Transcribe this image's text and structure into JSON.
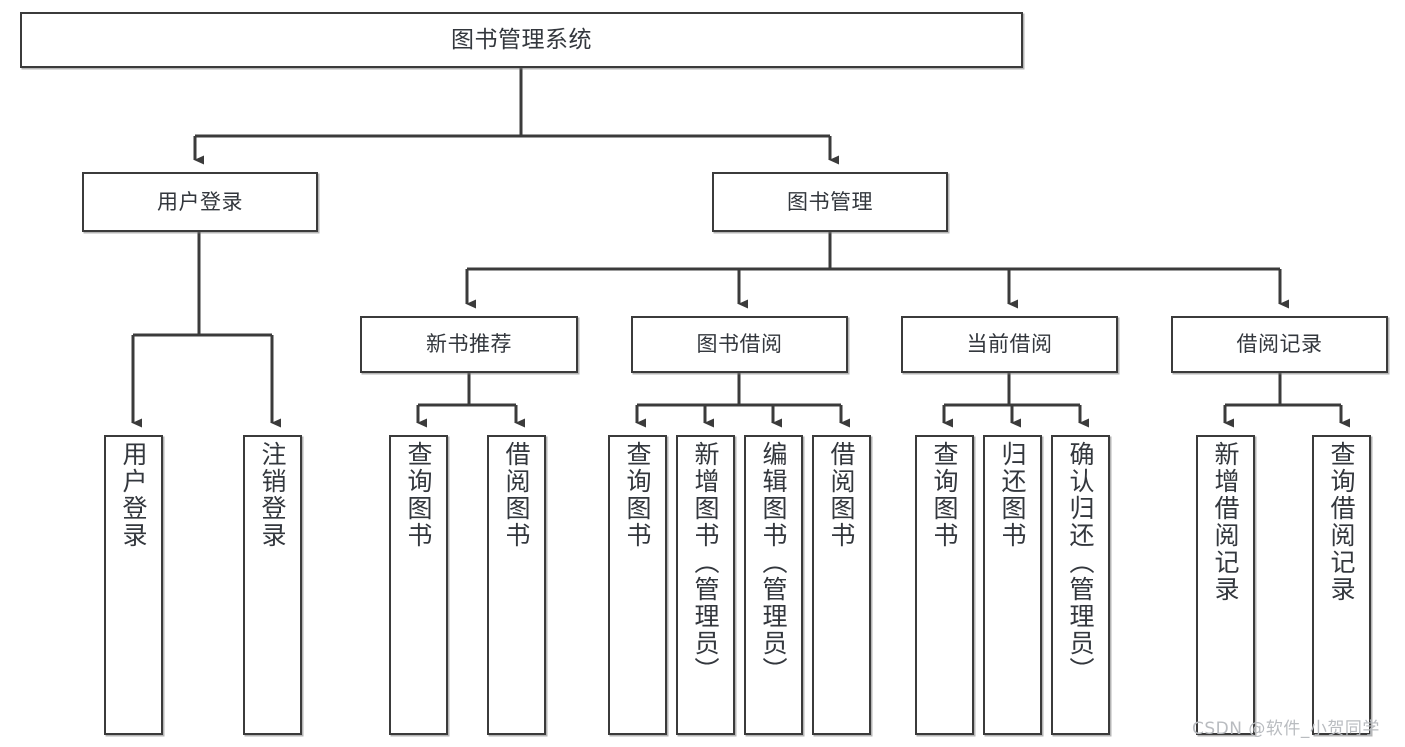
{
  "diagram": {
    "type": "tree-hierarchy-chart",
    "title": "图书管理系统",
    "root": {
      "id": "root",
      "label": "图书管理系统"
    },
    "level2": [
      {
        "id": "user-login",
        "label": "用户登录"
      },
      {
        "id": "book-manage",
        "label": "图书管理"
      }
    ],
    "level3": [
      {
        "id": "new-book-rec",
        "label": "新书推荐"
      },
      {
        "id": "book-borrow",
        "label": "图书借阅"
      },
      {
        "id": "current-borrow",
        "label": "当前借阅"
      },
      {
        "id": "borrow-record",
        "label": "借阅记录"
      }
    ],
    "leaves": {
      "user_login": [
        {
          "id": "leaf-user-login",
          "label": "用户登录"
        },
        {
          "id": "leaf-logout",
          "label": "注销登录"
        }
      ],
      "new_book_rec": [
        {
          "id": "leaf-query-book-1",
          "label": "查询图书"
        },
        {
          "id": "leaf-borrow-book-1",
          "label": "借阅图书"
        }
      ],
      "book_borrow": [
        {
          "id": "leaf-query-book-2",
          "label": "查询图书"
        },
        {
          "id": "leaf-add-book",
          "label": "新增图书（管理员）"
        },
        {
          "id": "leaf-edit-book",
          "label": "编辑图书（管理员）"
        },
        {
          "id": "leaf-borrow-book-2",
          "label": "借阅图书"
        }
      ],
      "current_borrow": [
        {
          "id": "leaf-query-book-3",
          "label": "查询图书"
        },
        {
          "id": "leaf-return-book",
          "label": "归还图书"
        },
        {
          "id": "leaf-confirm-return",
          "label": "确认归还（管理员）"
        }
      ],
      "borrow_record": [
        {
          "id": "leaf-add-record",
          "label": "新增借阅记录"
        },
        {
          "id": "leaf-query-record",
          "label": "查询借阅记录"
        }
      ]
    }
  },
  "watermark": {
    "text": "CSDN @软件_小贺同学"
  },
  "colors": {
    "box_border": "#3b3b3b",
    "box_fill": "#ffffff",
    "text": "#33373d",
    "connector": "#3b3b3b",
    "watermark": "#b9bcc0",
    "page_background": "#ffffff"
  }
}
